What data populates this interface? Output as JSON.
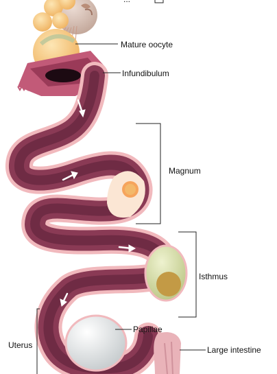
{
  "labels": {
    "top_partial": "...",
    "mature_oocyte": "Mature oocyte",
    "infundibulum": "Infundibulum",
    "magnum": "Magnum",
    "isthmus": "Isthmus",
    "papillae": "Papillae",
    "uterus": "Uterus",
    "large_intestine": "Large intestine"
  },
  "colors": {
    "tube_outer": "#f1b9bd",
    "tube_inner": "#5a1f36",
    "tube_mid": "#8a3a55",
    "egg_yolk": "#f7c47a",
    "isthmus_egg": "#d8dfab",
    "uterus_egg": "#e7ebec",
    "leader_line": "#222222"
  }
}
